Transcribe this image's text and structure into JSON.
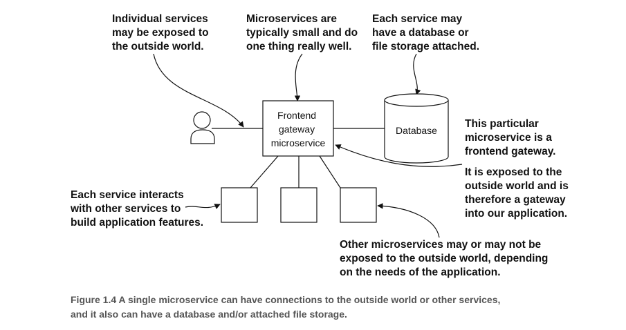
{
  "annotations": {
    "individual_services": [
      "Individual services",
      "may be exposed to",
      "the outside world."
    ],
    "small_services": [
      "Microservices are",
      "typically small and do",
      "one thing really well."
    ],
    "database_storage": [
      "Each service may",
      "have a database or",
      "file storage attached."
    ],
    "frontend_gateway": [
      "This particular",
      "microservice is a",
      "frontend gateway."
    ],
    "exposed_gateway": [
      "It is exposed to the",
      "outside world and is",
      "therefore a gateway",
      "into our application."
    ],
    "service_interacts": [
      "Each service interacts",
      "with other services to",
      "build application features."
    ],
    "other_microservices": [
      "Other microservices may or may not be",
      "exposed to the outside world, depending",
      "on the needs of the application."
    ]
  },
  "boxes": {
    "gateway": [
      "Frontend",
      "gateway",
      "microservice"
    ],
    "database": "Database"
  },
  "caption": {
    "line1": "Figure 1.4    A single microservice can have connections to the outside world or other services,",
    "line2": "and it also can have a database and/or attached file storage."
  },
  "icons": {
    "user": "user-icon",
    "database": "database-cylinder-icon"
  }
}
